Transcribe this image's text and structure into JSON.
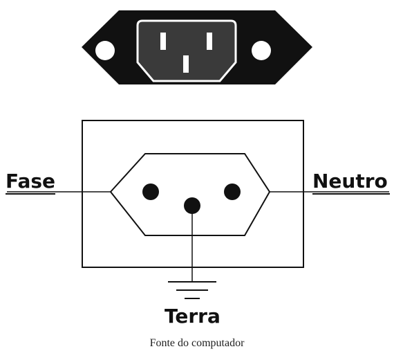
{
  "labels": {
    "fase": "Fase",
    "neutro": "Neutro",
    "terra": "Terra"
  },
  "caption": "Fonte do computador",
  "colors": {
    "ink": "#111111",
    "socket_face": "#3a3a3a",
    "background": "#ffffff"
  }
}
